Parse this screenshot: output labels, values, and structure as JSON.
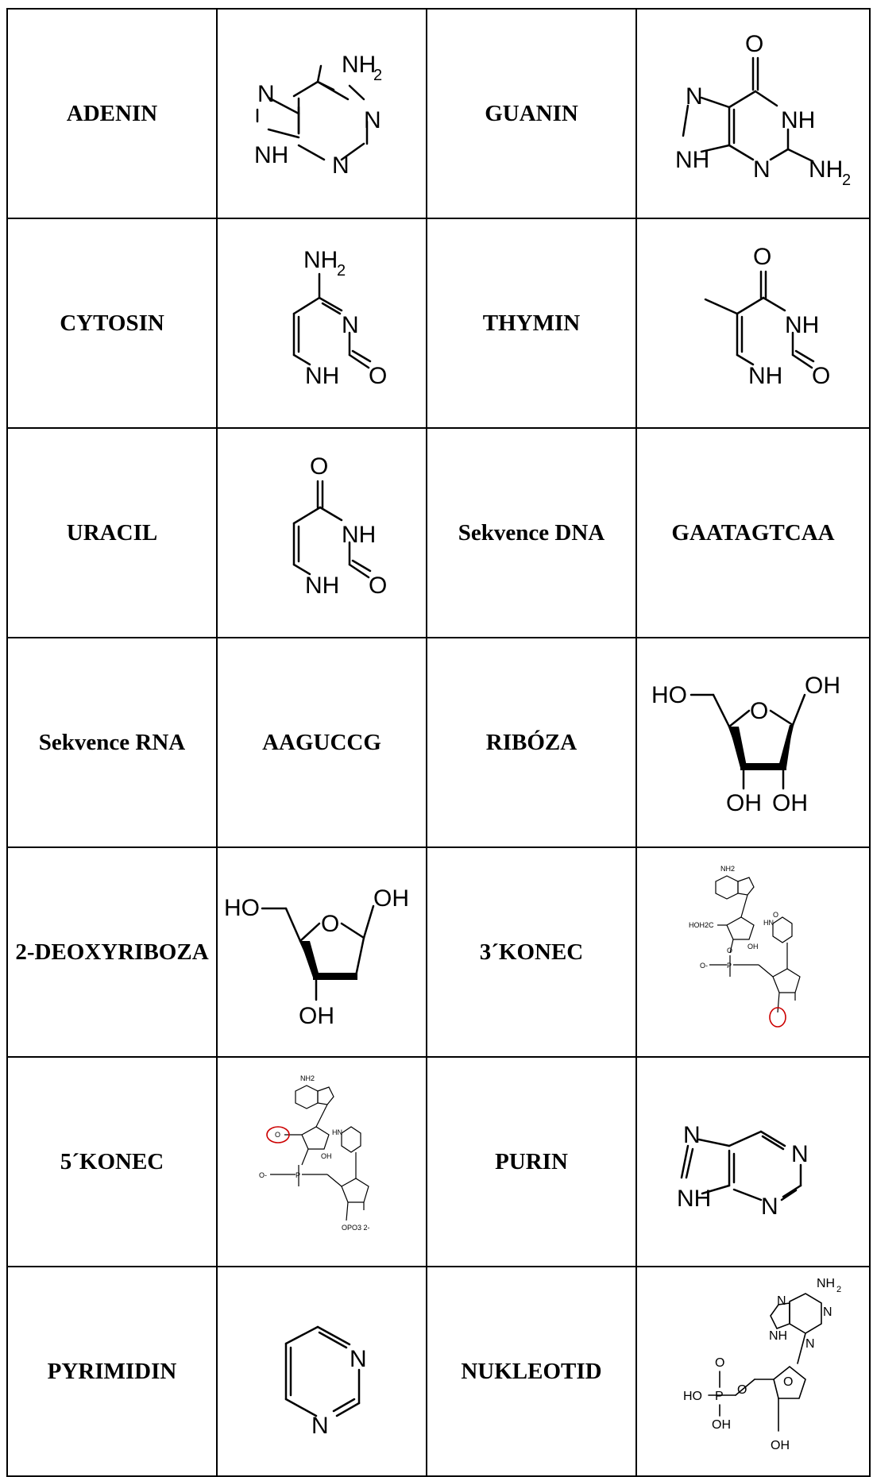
{
  "rows": [
    [
      {
        "type": "text",
        "text": "ADENIN"
      },
      {
        "type": "struct",
        "struct": "adenine",
        "labels": {
          "nh2": "NH",
          "sub2": "2",
          "n1": "N",
          "n3": "N",
          "n7": "N",
          "n9": "NH"
        }
      },
      {
        "type": "text",
        "text": "GUANIN"
      },
      {
        "type": "struct",
        "struct": "guanine",
        "labels": {
          "o": "O",
          "nh1": "NH",
          "n3": "N",
          "n7": "N",
          "n9": "NH",
          "nh2": "NH",
          "sub2": "2"
        }
      }
    ],
    [
      {
        "type": "text",
        "text": "CYTOSIN"
      },
      {
        "type": "struct",
        "struct": "cytosine",
        "labels": {
          "nh2": "NH",
          "sub2": "2",
          "n3": "N",
          "nh1": "NH",
          "o": "O"
        }
      },
      {
        "type": "text",
        "text": "THYMIN"
      },
      {
        "type": "struct",
        "struct": "thymine",
        "labels": {
          "o4": "O",
          "nh3": "NH",
          "nh1": "NH",
          "o2": "O"
        }
      }
    ],
    [
      {
        "type": "text",
        "text": "URACIL"
      },
      {
        "type": "struct",
        "struct": "uracil",
        "labels": {
          "o4": "O",
          "nh3": "NH",
          "nh1": "NH",
          "o2": "O"
        }
      },
      {
        "type": "text",
        "text": "Sekvence DNA"
      },
      {
        "type": "text",
        "text": "GAATAGTCAA"
      }
    ],
    [
      {
        "type": "text",
        "text": "Sekvence RNA"
      },
      {
        "type": "text",
        "text": "AAGUCCG"
      },
      {
        "type": "text",
        "text": "RIBÓZA"
      },
      {
        "type": "struct",
        "struct": "ribose",
        "labels": {
          "ho": "HO",
          "o": "O",
          "oh1": "OH",
          "oh2": "OH",
          "oh3": "OH"
        }
      }
    ],
    [
      {
        "type": "text",
        "text": "2-DEOXYRIBOZA"
      },
      {
        "type": "struct",
        "struct": "deoxyribose",
        "labels": {
          "ho": "HO",
          "o": "O",
          "oh1": "OH",
          "oh3": "OH"
        }
      },
      {
        "type": "text",
        "text": "3´KONEC"
      },
      {
        "type": "struct",
        "struct": "dinucleotide3",
        "labels": {
          "nh2": "NH2",
          "hoh2c": "HOH2C",
          "oh": "OH",
          "ominus": "O-",
          "o": "O",
          "p": "P",
          "hn": "HN",
          "o2": "O"
        }
      }
    ],
    [
      {
        "type": "text",
        "text": "5´KONEC"
      },
      {
        "type": "struct",
        "struct": "dinucleotide5",
        "labels": {
          "nh2": "NH2",
          "o": "O",
          "oh": "OH",
          "ominus": "O-",
          "p": "P",
          "hn": "HN",
          "opo3": "OPO3 2-"
        }
      },
      {
        "type": "text",
        "text": "PURIN"
      },
      {
        "type": "struct",
        "struct": "purine",
        "labels": {
          "n1": "N",
          "n3": "N",
          "n7": "N",
          "n9": "NH"
        }
      }
    ],
    [
      {
        "type": "text",
        "text": "PYRIMIDIN"
      },
      {
        "type": "struct",
        "struct": "pyrimidine",
        "labels": {
          "n1": "N",
          "n3": "N"
        }
      },
      {
        "type": "text",
        "text": "NUKLEOTID"
      },
      {
        "type": "struct",
        "struct": "nucleotide",
        "labels": {
          "nh2": "NH",
          "sub2": "2",
          "n1": "N",
          "n3": "N",
          "n7": "N",
          "n9": "NH",
          "o": "O",
          "ho": "HO",
          "p": "P",
          "o_link": "O",
          "oh_p": "OH",
          "o_ring": "O",
          "oh3": "OH"
        }
      }
    ]
  ]
}
